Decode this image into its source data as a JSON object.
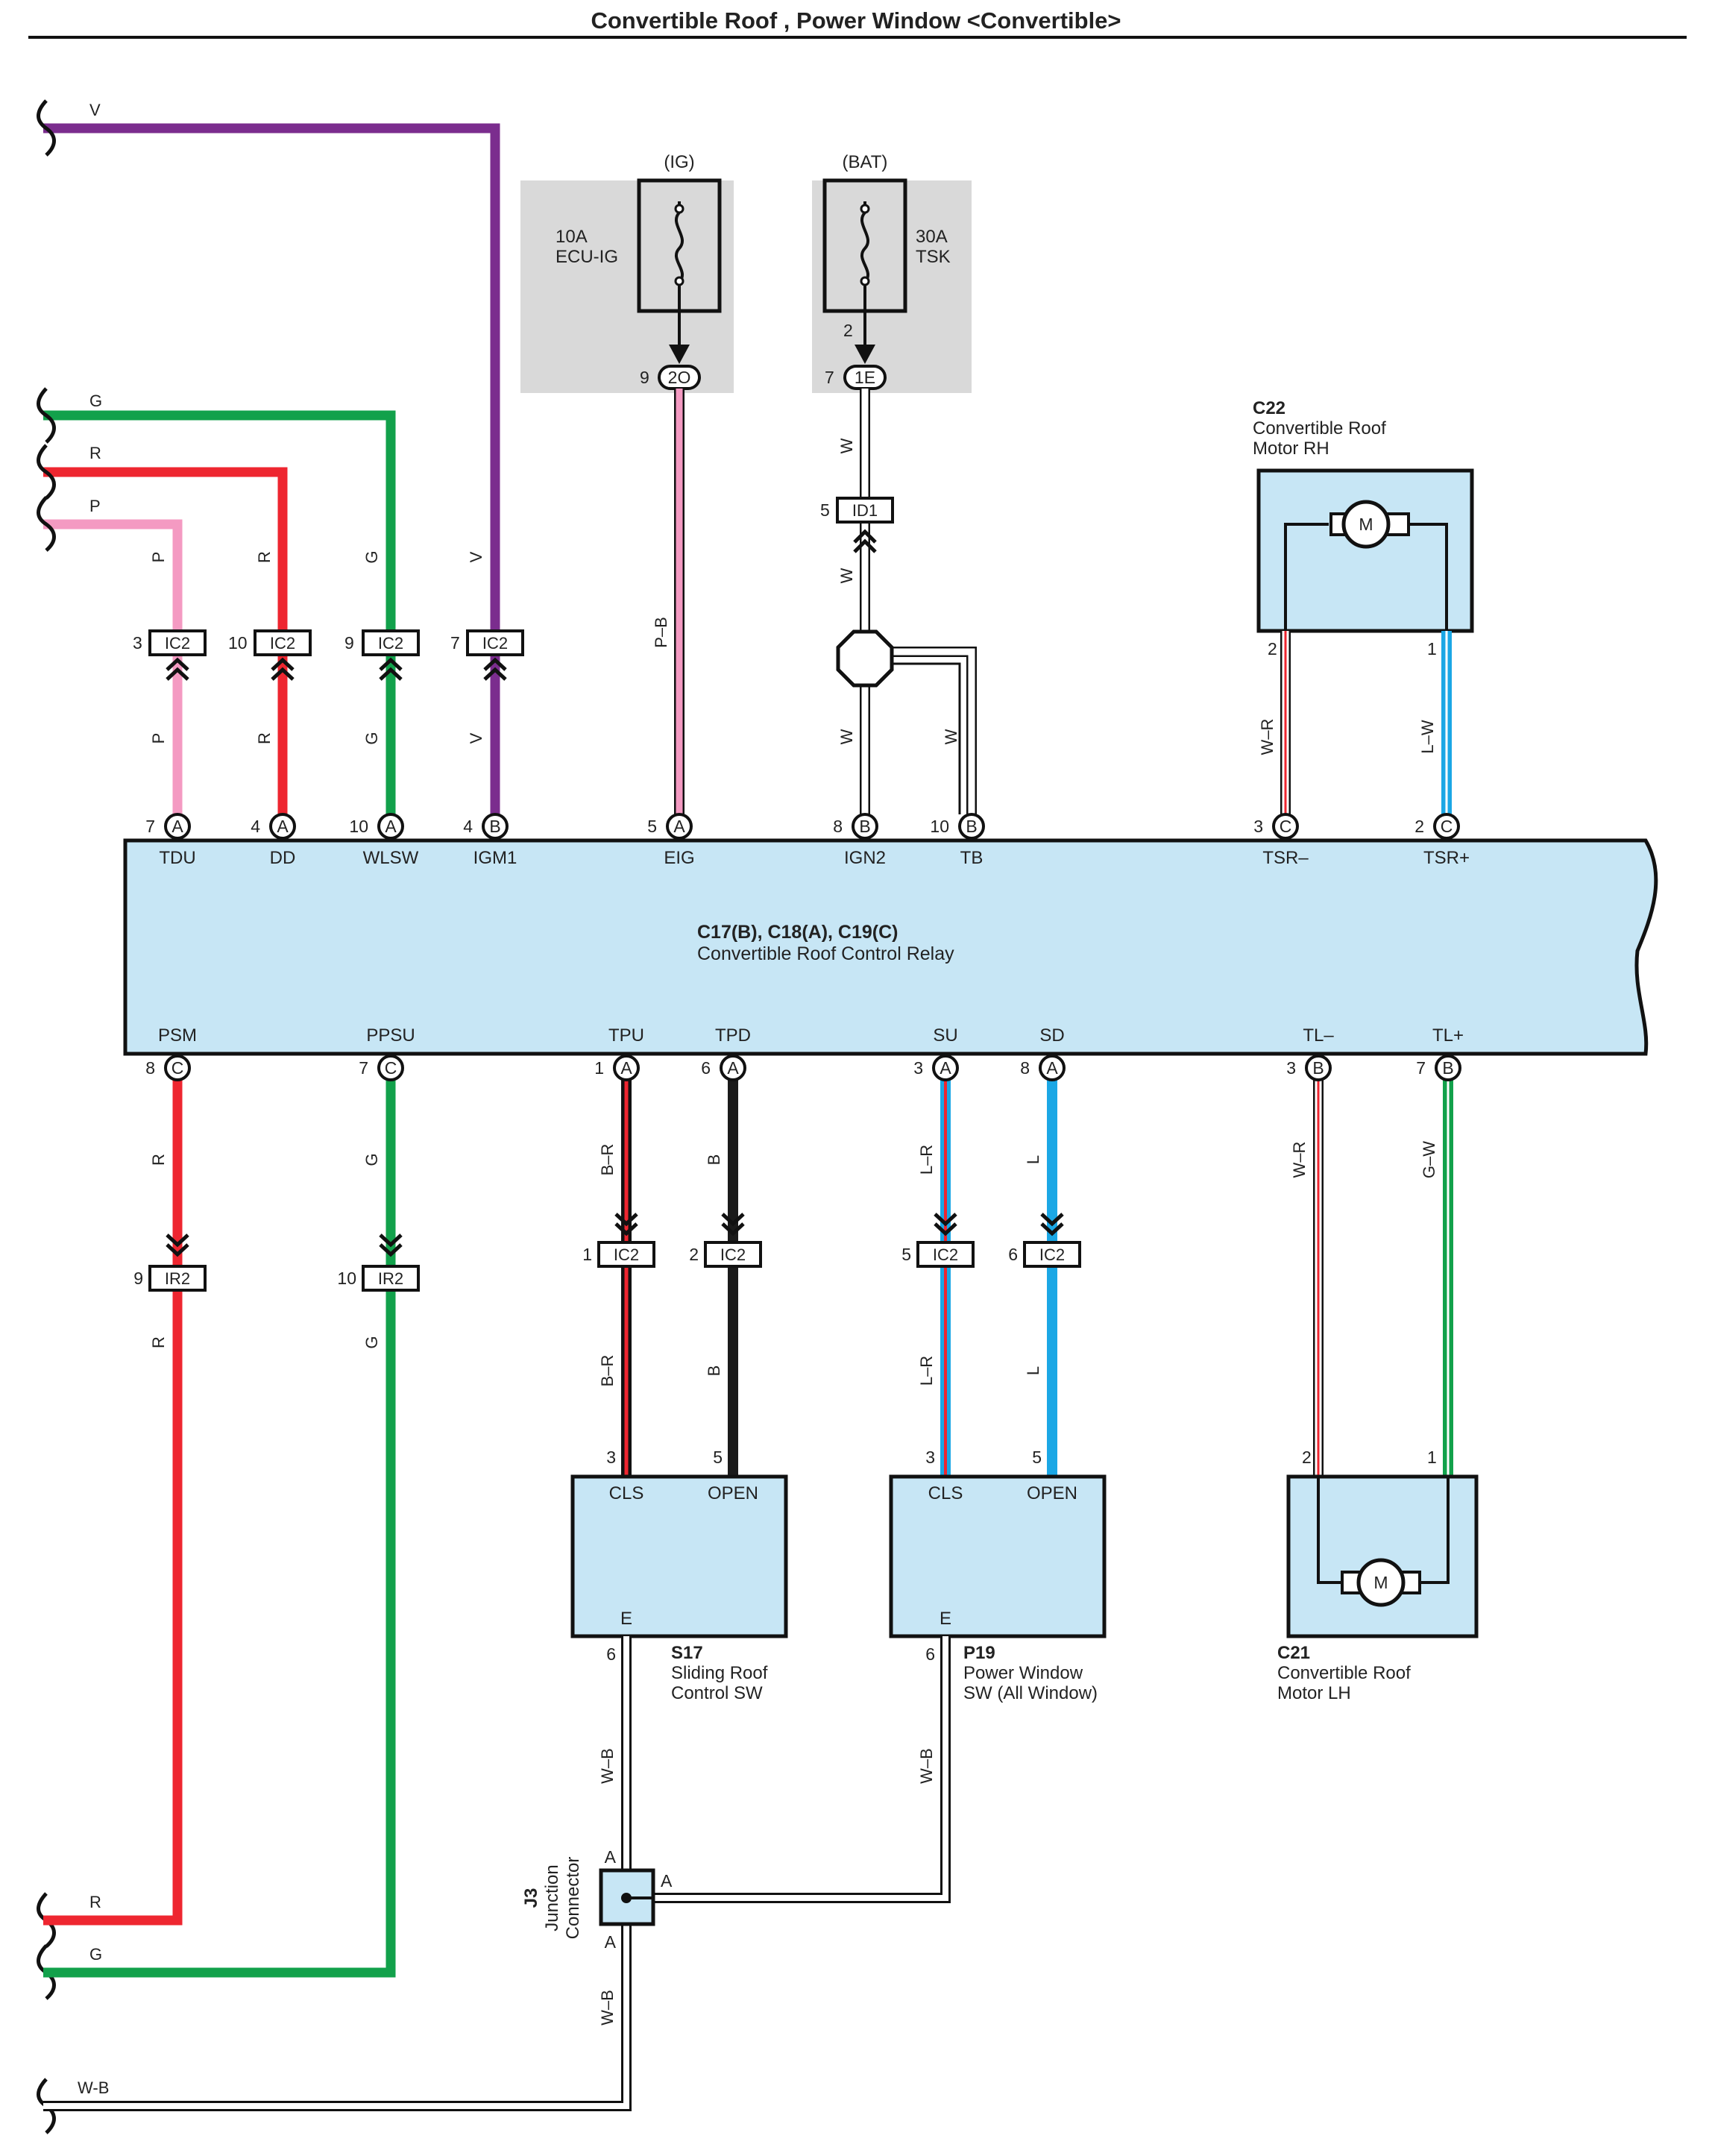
{
  "title": "Convertible Roof , Power Window <Convertible>",
  "colors": {
    "violet": "#7b2d8e",
    "green": "#12a14b",
    "red": "#ee2630",
    "pink": "#f49ac2",
    "blue": "#1ba7e5",
    "black": "#1a1a1a",
    "white": "#ffffff",
    "component_fill": "#c7e6f5",
    "fuse_box": "#d8d8d8"
  },
  "left_wires_top": [
    {
      "label": "V"
    },
    {
      "label": "G"
    },
    {
      "label": "R"
    },
    {
      "label": "P"
    }
  ],
  "left_wires_bottom": [
    {
      "label": "R"
    },
    {
      "label": "G"
    },
    {
      "label": "W-B"
    }
  ],
  "fuses": [
    {
      "source": "(IG)",
      "rating": "10A",
      "name": "ECU-IG",
      "connector": "2O",
      "pin": "9"
    },
    {
      "source": "(BAT)",
      "rating": "30A",
      "name": "TSK",
      "connector": "1E",
      "pin": "7",
      "inner_pin": "2"
    }
  ],
  "relay": {
    "code": "C17(B), C18(A), C19(C)",
    "name": "Convertible Roof Control Relay",
    "top_pins": [
      {
        "pin": "7",
        "conn": "A",
        "name": "TDU"
      },
      {
        "pin": "4",
        "conn": "A",
        "name": "DD"
      },
      {
        "pin": "10",
        "conn": "A",
        "name": "WLSW"
      },
      {
        "pin": "4",
        "conn": "B",
        "name": "IGM1"
      },
      {
        "pin": "5",
        "conn": "A",
        "name": "EIG"
      },
      {
        "pin": "8",
        "conn": "B",
        "name": "IGN2"
      },
      {
        "pin": "10",
        "conn": "B",
        "name": "TB"
      },
      {
        "pin": "3",
        "conn": "C",
        "name": "TSR–"
      },
      {
        "pin": "2",
        "conn": "C",
        "name": "TSR+"
      }
    ],
    "bottom_pins": [
      {
        "pin": "8",
        "conn": "C",
        "name": "PSM"
      },
      {
        "pin": "7",
        "conn": "C",
        "name": "PPSU"
      },
      {
        "pin": "1",
        "conn": "A",
        "name": "TPU"
      },
      {
        "pin": "6",
        "conn": "A",
        "name": "TPD"
      },
      {
        "pin": "3",
        "conn": "A",
        "name": "SU"
      },
      {
        "pin": "8",
        "conn": "A",
        "name": "SD"
      },
      {
        "pin": "3",
        "conn": "B",
        "name": "TL–"
      },
      {
        "pin": "7",
        "conn": "B",
        "name": "TL+"
      }
    ]
  },
  "top_connectors": [
    {
      "pin": "3",
      "name": "IC2",
      "wire_above": "P",
      "wire_below": "P"
    },
    {
      "pin": "10",
      "name": "IC2",
      "wire_above": "R",
      "wire_below": "R"
    },
    {
      "pin": "9",
      "name": "IC2",
      "wire_above": "G",
      "wire_below": "G"
    },
    {
      "pin": "7",
      "name": "IC2",
      "wire_above": "V",
      "wire_below": "V"
    }
  ],
  "eig_wire": "P–B",
  "id1": {
    "pin": "5",
    "name": "ID1"
  },
  "w_wires": [
    "W",
    "W",
    "W",
    "W"
  ],
  "bottom_connectors": [
    {
      "pin": "9",
      "name": "IR2",
      "wire_above": "R",
      "wire_below": "R"
    },
    {
      "pin": "10",
      "name": "IR2",
      "wire_above": "G",
      "wire_below": "G"
    },
    {
      "pin": "1",
      "name": "IC2",
      "wire_above": "B–R",
      "wire_below": "B–R"
    },
    {
      "pin": "2",
      "name": "IC2",
      "wire_above": "B",
      "wire_below": "B"
    },
    {
      "pin": "5",
      "name": "IC2",
      "wire_above": "L–R",
      "wire_below": "L–R"
    },
    {
      "pin": "6",
      "name": "IC2",
      "wire_above": "L",
      "wire_below": "L"
    }
  ],
  "motor_rh": {
    "code": "C22",
    "line1": "Convertible Roof",
    "line2": "Motor RH",
    "symbol": "M",
    "pin_left": "2",
    "pin_right": "1",
    "wire_left": "W–R",
    "wire_right": "L–W"
  },
  "motor_lh": {
    "code": "C21",
    "line1": "Convertible Roof",
    "line2": "Motor LH",
    "symbol": "M",
    "pin_left": "2",
    "pin_right": "1",
    "wire_left": "W–R",
    "wire_right": "G–W"
  },
  "switch_s17": {
    "code": "S17",
    "line1": "Sliding Roof",
    "line2": "Control SW",
    "pin_cls": "3",
    "pin_open": "5",
    "pin_e": "6",
    "cls": "CLS",
    "open": "OPEN",
    "e": "E",
    "ground_wire": "W–B"
  },
  "switch_p19": {
    "code": "P19",
    "line1": "Power Window",
    "line2": "SW (All Window)",
    "pin_cls": "3",
    "pin_open": "5",
    "pin_e": "6",
    "cls": "CLS",
    "open": "OPEN",
    "e": "E",
    "ground_wire": "W–B"
  },
  "junction": {
    "code": "J3",
    "line1": "Junction",
    "line2": "Connector",
    "pin_top": "A",
    "pin_right": "A",
    "pin_bottom": "A",
    "wire_below": "W–B"
  }
}
